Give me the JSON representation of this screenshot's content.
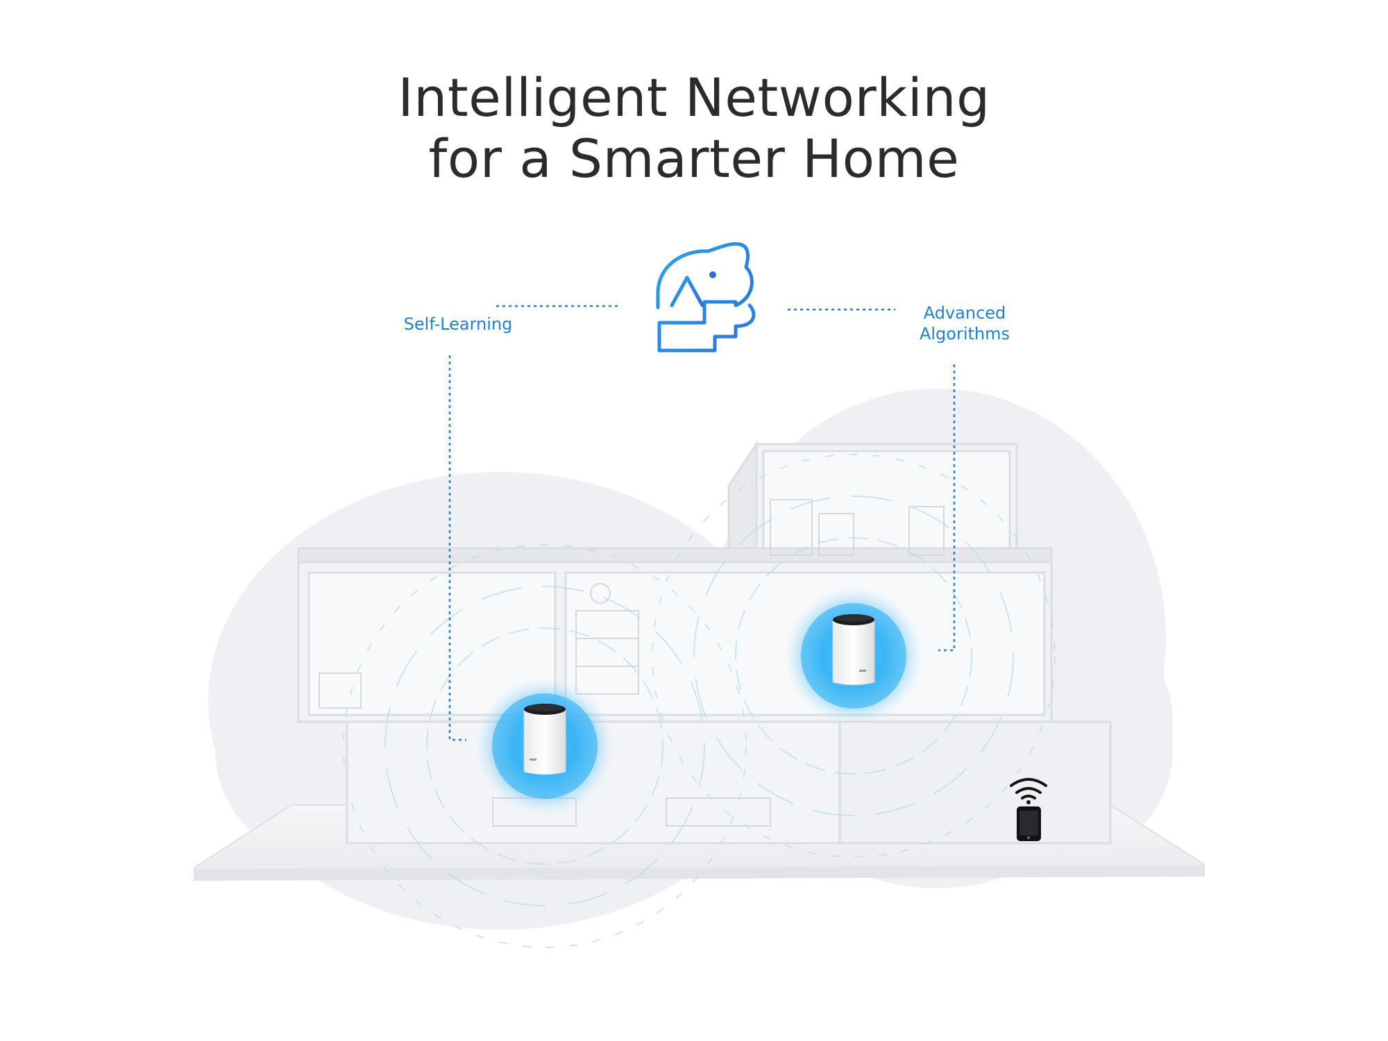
{
  "header": {
    "title_line_1": "Intelligent Networking",
    "title_line_2": "for a Smarter Home"
  },
  "features": {
    "left_label": "Self-Learning",
    "right_label_line_1": "Advanced",
    "right_label_line_2": "Algorithms"
  },
  "icons": {
    "ai_head": "ai-head-icon",
    "mesh_unit": "router-icon",
    "wifi": "wifi-icon",
    "phone": "smartphone-icon"
  },
  "colors": {
    "accent_blue": "#1e7fd6",
    "glow_blue": "#2fb1f5",
    "title_text": "#2b2b2b",
    "backdrop": "#eef0f4"
  }
}
